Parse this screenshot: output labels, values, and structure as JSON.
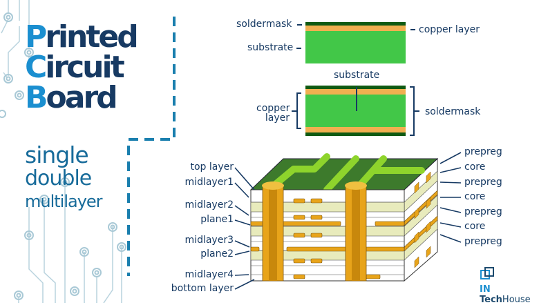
{
  "title": {
    "lines": [
      {
        "cap": "P",
        "rest": "rinted"
      },
      {
        "cap": "C",
        "rest": "ircuit"
      },
      {
        "cap": "B",
        "rest": "oard"
      }
    ]
  },
  "types": [
    "single",
    "double",
    "multilayer"
  ],
  "single_layer_diagram": {
    "labels": {
      "soldermask": "soldermask",
      "substrate": "substrate",
      "copper_layer": "copper layer"
    }
  },
  "double_layer_diagram": {
    "labels": {
      "substrate": "substrate",
      "copper_layer_line1": "copper",
      "copper_layer_line2": "layer",
      "soldermask": "soldermask"
    }
  },
  "multilayer_diagram": {
    "left_labels": [
      "top layer",
      "midlayer1",
      "midlayer2",
      "plane1",
      "midlayer3",
      "plane2",
      "midlayer4",
      "bottom layer"
    ],
    "right_labels": [
      "prepreg",
      "core",
      "prepreg",
      "core",
      "prepreg",
      "core",
      "prepreg"
    ]
  },
  "colors": {
    "navy": "#173a63",
    "brand_blue": "#1b8fd0",
    "soldermask_dark": "#0f5a12",
    "substrate_green": "#42c748",
    "copper": "#f0b050",
    "board_top": "#3d7a2c",
    "trace_green": "#8ed42c",
    "prepreg": "#e8ebbc",
    "via_copper": "#e8a41a"
  },
  "brand": {
    "in": "IN",
    "tech": "Tech",
    "house": "House"
  }
}
